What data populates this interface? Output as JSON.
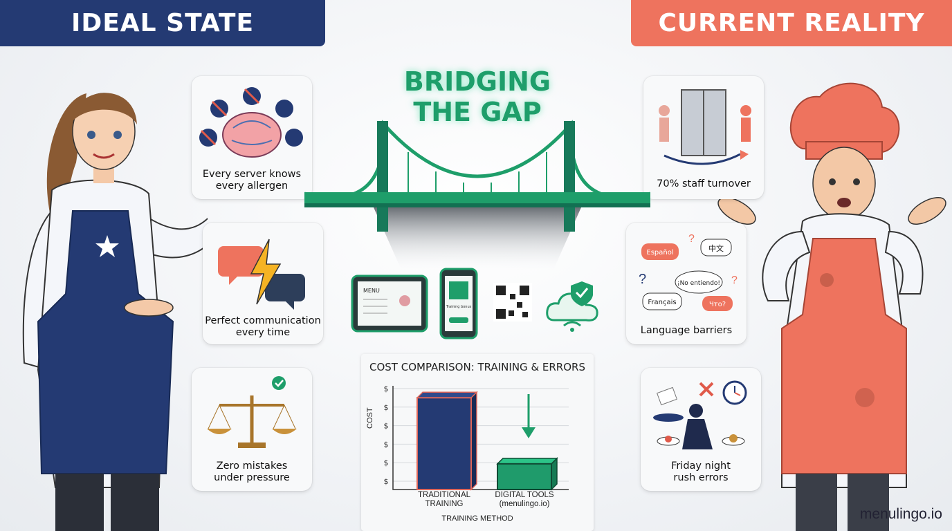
{
  "banners": {
    "left": "IDEAL STATE",
    "right": "CURRENT REALITY"
  },
  "center_title": {
    "line1": "BRIDGING",
    "line2": "THE GAP"
  },
  "ideal_cards": [
    {
      "line1": "Every server knows",
      "line2": "every allergen"
    },
    {
      "line1": "Perfect communication",
      "line2": "every time"
    },
    {
      "line1": "Zero mistakes",
      "line2": "under pressure"
    }
  ],
  "reality_cards": [
    {
      "line1": "70% staff turnover"
    },
    {
      "line1": "Language barriers"
    },
    {
      "line1": "Friday night",
      "line2": "rush errors"
    }
  ],
  "language_bubbles": [
    "Español",
    "中文",
    "¡No entiendo!",
    "Français",
    "Что?"
  ],
  "tablet_menu_text": "MENU",
  "phone_text": "Training bonus",
  "chart_data": {
    "type": "bar",
    "title": "COST COMPARISON: TRAINING & ERRORS",
    "categories": [
      "TRADITIONAL TRAINING",
      "DIGITAL TOOLS (menulingo.io)"
    ],
    "category_lines": [
      [
        "TRADITIONAL",
        "TRAINING"
      ],
      [
        "DIGITAL TOOLS",
        "(menulingo.io)"
      ]
    ],
    "values": [
      100,
      28
    ],
    "xlabel": "TRAINING METHOD",
    "ylabel": "COST",
    "y_tick_labels": [
      "$",
      "$",
      "$",
      "$",
      "$",
      "$"
    ],
    "ylim": [
      0,
      110
    ],
    "colors": [
      "#243a73",
      "#1f9b6b"
    ],
    "outline_color": "#e0675a",
    "grid": true
  },
  "brand": "menulingo.io",
  "colors": {
    "navy": "#243a73",
    "coral": "#ee735e",
    "green": "#1e9e6a"
  }
}
